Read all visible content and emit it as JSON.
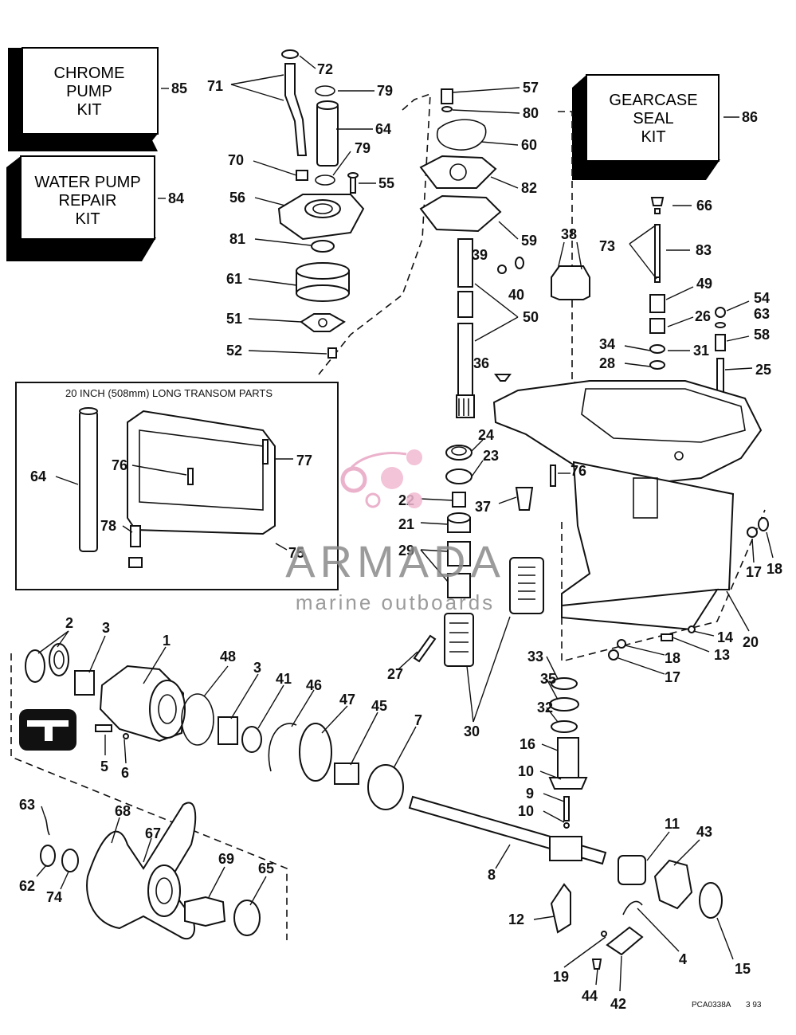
{
  "kits": {
    "chrome_pump": {
      "line1": "CHROME",
      "line2": "PUMP",
      "line3": "KIT",
      "ref": "85"
    },
    "water_pump": {
      "line1": "WATER PUMP",
      "line2": "REPAIR",
      "line3": "KIT",
      "ref": "84"
    },
    "gearcase_seal": {
      "line1": "GEARCASE",
      "line2": "SEAL",
      "line3": "KIT",
      "ref": "86"
    }
  },
  "inset": {
    "title": "20 INCH (508mm) LONG TRANSOM PARTS"
  },
  "watermark": {
    "brand": "ARMADA",
    "tagline": "marine outboards"
  },
  "footer": {
    "code": "PCA0338A",
    "date": "3 93"
  },
  "callouts": {
    "c72": "72",
    "c71": "71",
    "c79a": "79",
    "c64": "64",
    "c79b": "79",
    "c70": "70",
    "c55": "55",
    "c56": "56",
    "c81": "81",
    "c61": "61",
    "c51": "51",
    "c52": "52",
    "c57": "57",
    "c80": "80",
    "c60": "60",
    "c82": "82",
    "c59": "59",
    "c39": "39",
    "c40": "40",
    "c38": "38",
    "c50": "50",
    "c36": "36",
    "c66": "66",
    "c73": "73",
    "c83": "83",
    "c49": "49",
    "c54": "54",
    "c26": "26",
    "c63a": "63",
    "c58": "58",
    "c34": "34",
    "c31": "31",
    "c28": "28",
    "c25": "25",
    "c24": "24",
    "c23": "23",
    "c22": "22",
    "c21": "21",
    "c29": "29",
    "c37": "37",
    "c76a": "76",
    "c64i": "64",
    "c76i": "76",
    "c77": "77",
    "c78": "78",
    "c75": "75",
    "c17a": "17",
    "c18a": "18",
    "c20": "20",
    "c14": "14",
    "c18b": "18",
    "c13": "13",
    "c17b": "17",
    "c2": "2",
    "c3a": "3",
    "c1": "1",
    "c48": "48",
    "c3b": "3",
    "c41": "41",
    "c46": "46",
    "c47": "47",
    "c45": "45",
    "c7": "7",
    "c27": "27",
    "c5": "5",
    "c6": "6",
    "c30": "30",
    "c33": "33",
    "c35": "35",
    "c32": "32",
    "c16": "16",
    "c10a": "10",
    "c9": "9",
    "c10b": "10",
    "c63b": "63",
    "c68": "68",
    "c67": "67",
    "c62": "62",
    "c74": "74",
    "c69": "69",
    "c65": "65",
    "c8": "8",
    "c11": "11",
    "c43": "43",
    "c12": "12",
    "c4": "4",
    "c15": "15",
    "c19": "19",
    "c44": "44",
    "c42": "42"
  }
}
